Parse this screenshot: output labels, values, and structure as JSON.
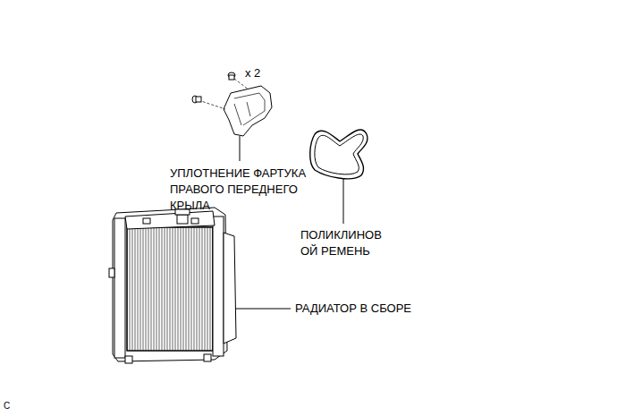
{
  "diagram": {
    "labels": [
      "x 2",
      "УПЛОТНЕНИЕ ФАРТУКА ПРАВОГО ПЕРЕДНЕГО КРЫЛА",
      "ПОЛИКЛИНОВ ОЙ РЕМЕНЬ",
      "РАДИАТОР В СБОРЕ",
      "C"
    ]
  }
}
